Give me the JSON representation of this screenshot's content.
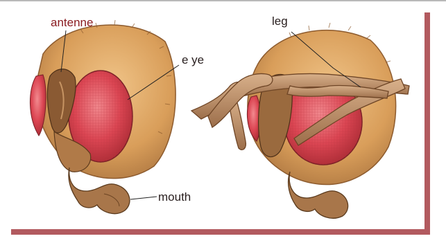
{
  "labels": {
    "antenne": "antenne",
    "eye": "e ye",
    "mouth": "mouth",
    "leg": "leg"
  },
  "colors": {
    "label_text": "#8a1c21",
    "shadow": "#b25a5f",
    "head_base": "#d9a15d",
    "eye_red": "#d9434f",
    "chitin_brown": "#9a6a3e"
  }
}
